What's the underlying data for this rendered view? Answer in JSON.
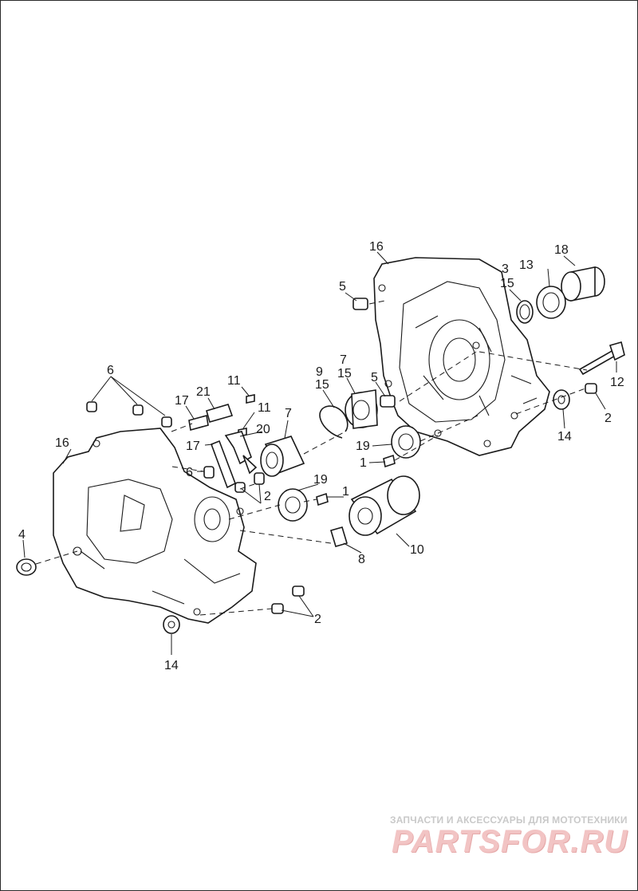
{
  "callouts": [
    {
      "id": "c16r",
      "label": "16"
    },
    {
      "id": "c18",
      "label": "18"
    },
    {
      "id": "c3",
      "label": "3"
    },
    {
      "id": "c13",
      "label": "13"
    },
    {
      "id": "c15a",
      "label": "15"
    },
    {
      "id": "c5a",
      "label": "5"
    },
    {
      "id": "c7a",
      "label": "7"
    },
    {
      "id": "c9",
      "label": "9"
    },
    {
      "id": "c15b",
      "label": "15"
    },
    {
      "id": "c15c",
      "label": "15"
    },
    {
      "id": "c5b",
      "label": "5"
    },
    {
      "id": "c12",
      "label": "12"
    },
    {
      "id": "c2a",
      "label": "2"
    },
    {
      "id": "c14a",
      "label": "14"
    },
    {
      "id": "c19a",
      "label": "19"
    },
    {
      "id": "c1a",
      "label": "1"
    },
    {
      "id": "c6a",
      "label": "6"
    },
    {
      "id": "c11a",
      "label": "11"
    },
    {
      "id": "c21",
      "label": "21"
    },
    {
      "id": "c17a",
      "label": "17"
    },
    {
      "id": "c11b",
      "label": "11"
    },
    {
      "id": "c16l",
      "label": "16"
    },
    {
      "id": "c20",
      "label": "20"
    },
    {
      "id": "c7b",
      "label": "7"
    },
    {
      "id": "c17b",
      "label": "17"
    },
    {
      "id": "c6b",
      "label": "6"
    },
    {
      "id": "c2b",
      "label": "2"
    },
    {
      "id": "c19b",
      "label": "19"
    },
    {
      "id": "c1b",
      "label": "1"
    },
    {
      "id": "c4",
      "label": "4"
    },
    {
      "id": "c10",
      "label": "10"
    },
    {
      "id": "c8",
      "label": "8"
    },
    {
      "id": "c2c",
      "label": "2"
    },
    {
      "id": "c14b",
      "label": "14"
    }
  ],
  "watermark": {
    "tagline": "ЗАПЧАСТИ И АКСЕССУАРЫ ДЛЯ МОТОТЕХНИКИ",
    "logo": "PARTSFOR.RU",
    "color": "#f2c4c4"
  }
}
